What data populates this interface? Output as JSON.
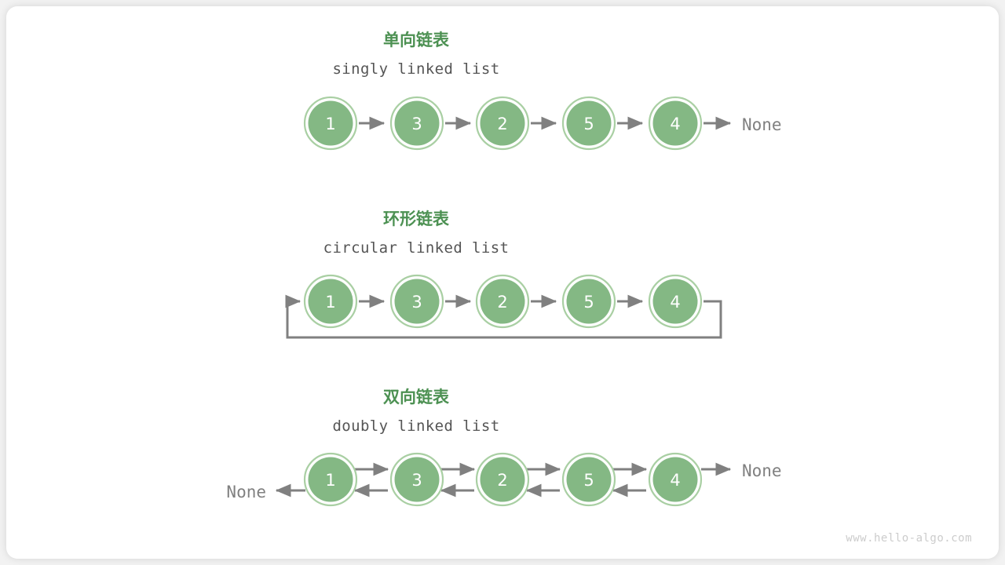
{
  "diagram": {
    "watermark": "www.hello-algo.com",
    "colors": {
      "title_green": "#4d9153",
      "node_fill": "#84b884",
      "node_ring": "#a9cfa3",
      "edge_gray": "#808080",
      "subtitle_gray": "#555555",
      "card_background": "#ffffff",
      "page_background": "#f2f2f2",
      "watermark_gray": "#cccccc"
    },
    "sections": [
      {
        "id": "singly",
        "title_cn": "单向链表",
        "title_en": "singly linked list",
        "nodes": [
          "1",
          "3",
          "2",
          "5",
          "4"
        ],
        "tail_label": "None",
        "head_label": "",
        "arrows": "forward-only",
        "loop_back": false
      },
      {
        "id": "circular",
        "title_cn": "环形链表",
        "title_en": "circular linked list",
        "nodes": [
          "1",
          "3",
          "2",
          "5",
          "4"
        ],
        "tail_label": "",
        "head_label": "",
        "arrows": "forward-only",
        "loop_back": true
      },
      {
        "id": "doubly",
        "title_cn": "双向链表",
        "title_en": "doubly linked list",
        "nodes": [
          "1",
          "3",
          "2",
          "5",
          "4"
        ],
        "tail_label": "None",
        "head_label": "None",
        "arrows": "bidirectional",
        "loop_back": false
      }
    ]
  }
}
